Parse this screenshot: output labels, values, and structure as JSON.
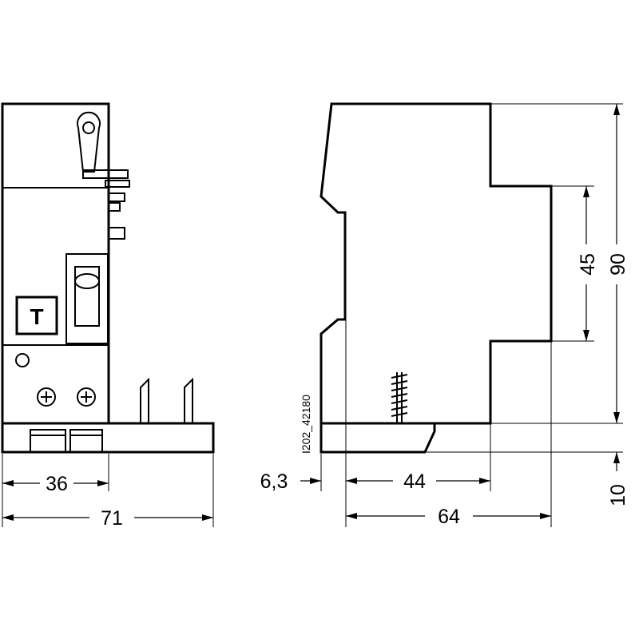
{
  "drawing_reference": "I202_42180",
  "test_button_label": "T",
  "front_view": {
    "dimensions": {
      "inner_width": "36",
      "overall_width": "71"
    }
  },
  "side_view": {
    "dimensions": {
      "total_height": "90",
      "mid_height": "45",
      "base_height": "10",
      "rail_offset": "6,3",
      "depth_inner": "44",
      "depth_overall": "64"
    }
  }
}
